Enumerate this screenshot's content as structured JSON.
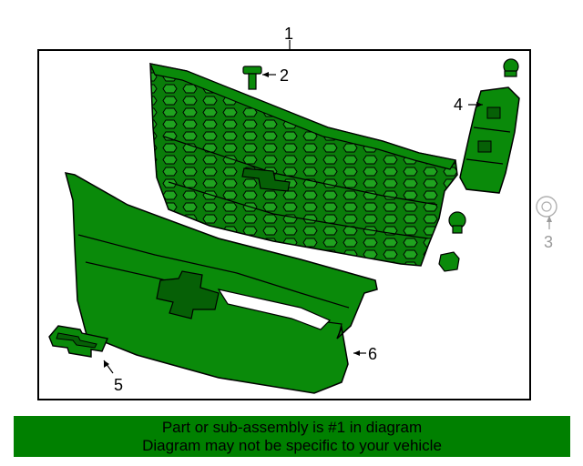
{
  "callouts": {
    "c1": "1",
    "c2": "2",
    "c3": "3",
    "c4": "4",
    "c5": "5",
    "c6": "6"
  },
  "banner": {
    "line1": "Part or sub-assembly is #1 in diagram",
    "line2": "Diagram may not be specific to your vehicle",
    "color": "#008000"
  },
  "colors": {
    "part_fill": "#0a8a0a",
    "part_dark": "#066006",
    "ghost_part": "#b0b0b0"
  }
}
